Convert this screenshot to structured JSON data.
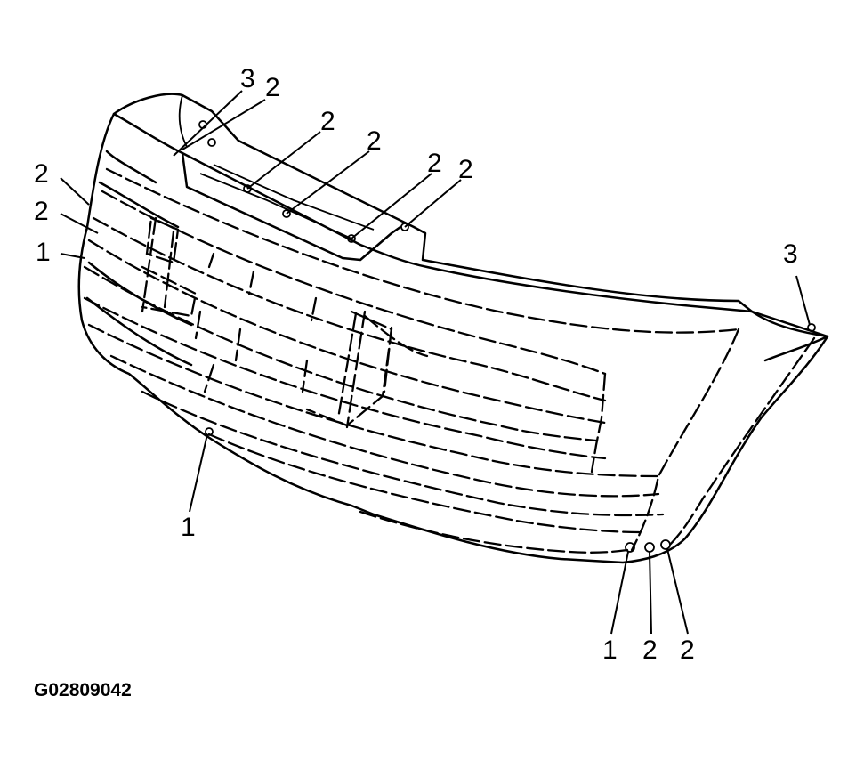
{
  "diagram": {
    "callouts": {
      "c_3_top": "3",
      "c_2_top_a": "2",
      "c_2_top_b": "2",
      "c_2_top_c": "2",
      "c_2_top_d": "2",
      "c_2_top_e": "2",
      "c_2_left_a": "2",
      "c_2_left_b": "2",
      "c_1_left": "1",
      "c_3_right": "3",
      "c_1_bottom_left": "1",
      "c_1_bottom_right": "1",
      "c_2_bottom_a": "2",
      "c_2_bottom_b": "2"
    },
    "figure_id": "G02809042"
  }
}
